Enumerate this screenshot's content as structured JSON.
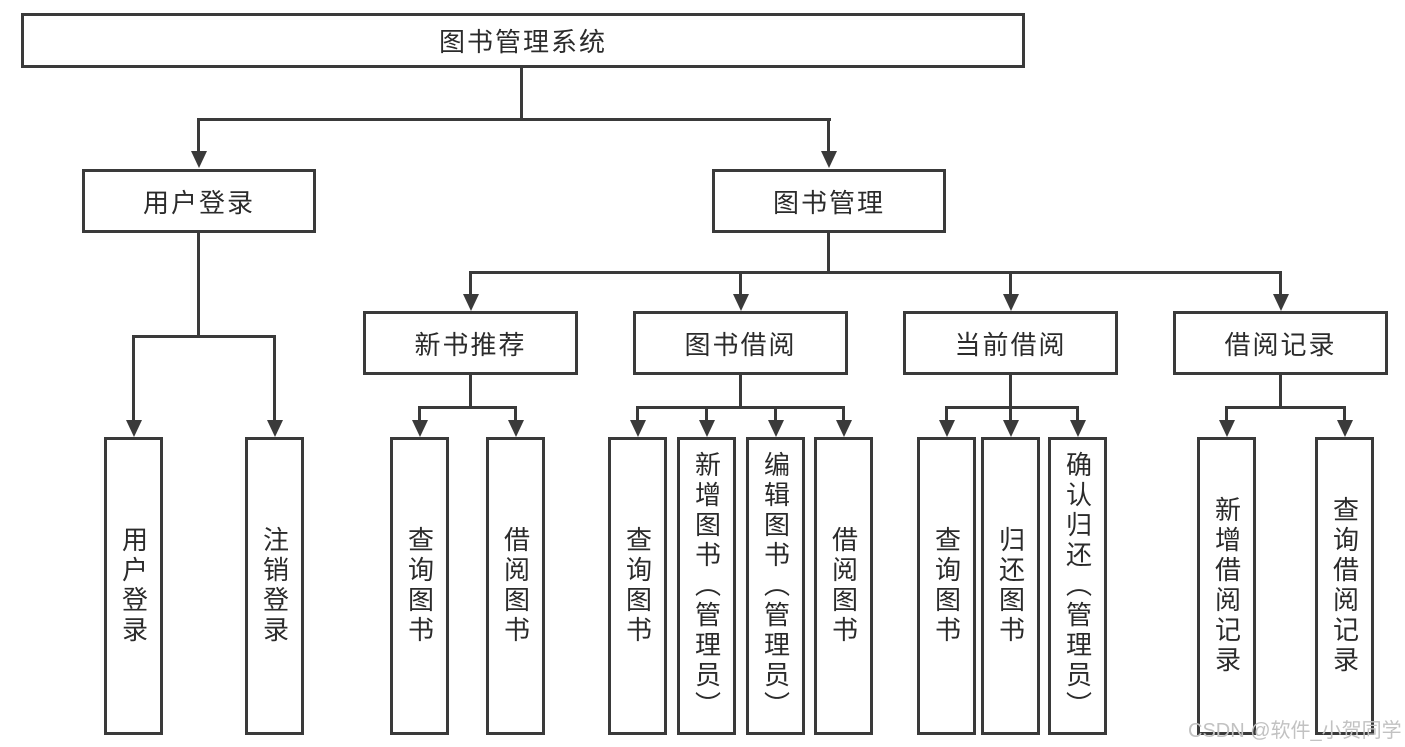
{
  "tree": {
    "label": "图书管理系统",
    "children": [
      {
        "label": "用户登录",
        "children": [
          {
            "label": "用户登录"
          },
          {
            "label": "注销登录"
          }
        ]
      },
      {
        "label": "图书管理",
        "children": [
          {
            "label": "新书推荐",
            "children": [
              {
                "label": "查询图书"
              },
              {
                "label": "借阅图书"
              }
            ]
          },
          {
            "label": "图书借阅",
            "children": [
              {
                "label": "查询图书"
              },
              {
                "label": "新增图书（管理员）"
              },
              {
                "label": "编辑图书（管理员）"
              },
              {
                "label": "借阅图书"
              }
            ]
          },
          {
            "label": "当前借阅",
            "children": [
              {
                "label": "查询图书"
              },
              {
                "label": "归还图书"
              },
              {
                "label": "确认归还（管理员）"
              }
            ]
          },
          {
            "label": "借阅记录",
            "children": [
              {
                "label": "新增借阅记录"
              },
              {
                "label": "查询借阅记录"
              }
            ]
          }
        ]
      }
    ]
  },
  "watermark": "CSDN @软件_小贺同学",
  "colors": {
    "line": "#3a3a3a",
    "text": "#2b2b2b",
    "watermark": "#c2c2c2",
    "background": "#ffffff"
  }
}
